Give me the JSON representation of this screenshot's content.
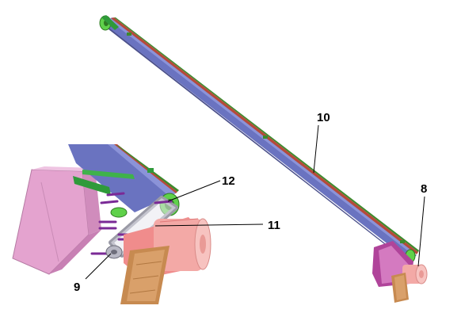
{
  "callouts": {
    "part_8": "8",
    "part_9": "9",
    "part_10": "10",
    "part_11": "11",
    "part_12": "12"
  },
  "colors": {
    "belt_blue": "#6a73c0",
    "belt_edge_red": "#b54a3a",
    "belt_edge_green": "#3c8a2c",
    "roller_green": "#5fd14a",
    "hopper_pink": "#e4a3cf",
    "motor_salmon": "#f08c8c",
    "motor_pink": "#f3a9a6",
    "bracket_magenta": "#b0449a",
    "support_tan": "#c78a50",
    "bolt_purple": "#7a2a96",
    "frame_green": "#2f9a3a",
    "belt_loop_gray": "#9a9aa6"
  }
}
